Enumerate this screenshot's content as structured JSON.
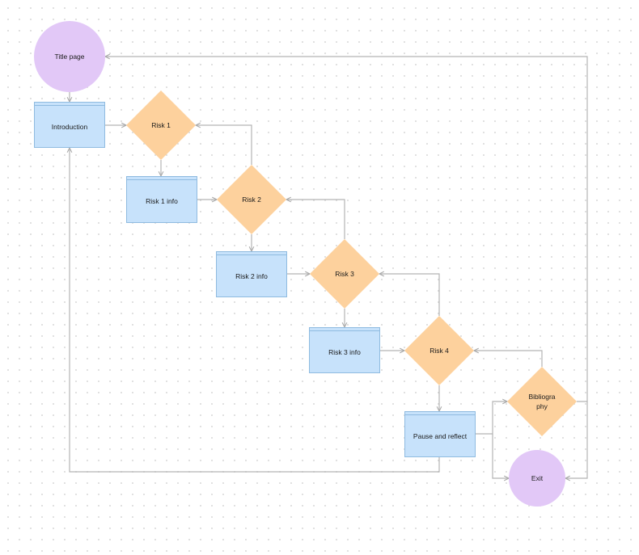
{
  "diagram": {
    "nodes": [
      {
        "id": "title-page",
        "label": "Title page",
        "shape": "circle"
      },
      {
        "id": "introduction",
        "label": "Introduction",
        "shape": "process"
      },
      {
        "id": "risk-1",
        "label": "Risk 1",
        "shape": "decision"
      },
      {
        "id": "risk-1-info",
        "label": "Risk 1 info",
        "shape": "process"
      },
      {
        "id": "risk-2",
        "label": "Risk 2",
        "shape": "decision"
      },
      {
        "id": "risk-2-info",
        "label": "Risk 2 info",
        "shape": "process"
      },
      {
        "id": "risk-3",
        "label": "Risk 3",
        "shape": "decision"
      },
      {
        "id": "risk-3-info",
        "label": "Risk 3 info",
        "shape": "process"
      },
      {
        "id": "risk-4",
        "label": "Risk 4",
        "shape": "decision"
      },
      {
        "id": "pause-reflect",
        "label": "Pause and reflect",
        "shape": "process"
      },
      {
        "id": "bibliography",
        "label": "Bibliogra\nphy",
        "shape": "decision"
      },
      {
        "id": "exit",
        "label": "Exit",
        "shape": "circle"
      }
    ],
    "edges": [
      {
        "from": "title-page",
        "to": "introduction"
      },
      {
        "from": "introduction",
        "to": "risk-1"
      },
      {
        "from": "risk-1",
        "to": "risk-1-info"
      },
      {
        "from": "risk-1-info",
        "to": "risk-2"
      },
      {
        "from": "risk-2",
        "to": "risk-1"
      },
      {
        "from": "risk-2",
        "to": "risk-2-info"
      },
      {
        "from": "risk-2-info",
        "to": "risk-3"
      },
      {
        "from": "risk-3",
        "to": "risk-2"
      },
      {
        "from": "risk-3",
        "to": "risk-3-info"
      },
      {
        "from": "risk-3-info",
        "to": "risk-4"
      },
      {
        "from": "risk-4",
        "to": "risk-3"
      },
      {
        "from": "risk-4",
        "to": "pause-reflect"
      },
      {
        "from": "pause-reflect",
        "to": "bibliography"
      },
      {
        "from": "pause-reflect",
        "to": "exit"
      },
      {
        "from": "pause-reflect",
        "to": "introduction"
      },
      {
        "from": "bibliography",
        "to": "risk-4"
      },
      {
        "from": "bibliography",
        "to": "title-page"
      },
      {
        "from": "bibliography",
        "to": "exit"
      }
    ],
    "colors": {
      "terminal_fill": "#e2c8f7",
      "process_fill": "#c7e2fb",
      "process_border": "#8fbbe0",
      "decision_fill": "#fdd19d",
      "connector": "#b3b3b3"
    }
  }
}
